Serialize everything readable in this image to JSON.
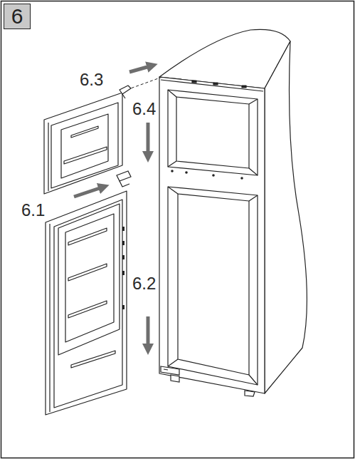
{
  "diagram": {
    "nodes": [
      {
        "text": [
          "6"
        ]
      }
    ],
    "labels": [
      "6.3",
      "6.4",
      "6.1",
      "6.2"
    ]
  }
}
